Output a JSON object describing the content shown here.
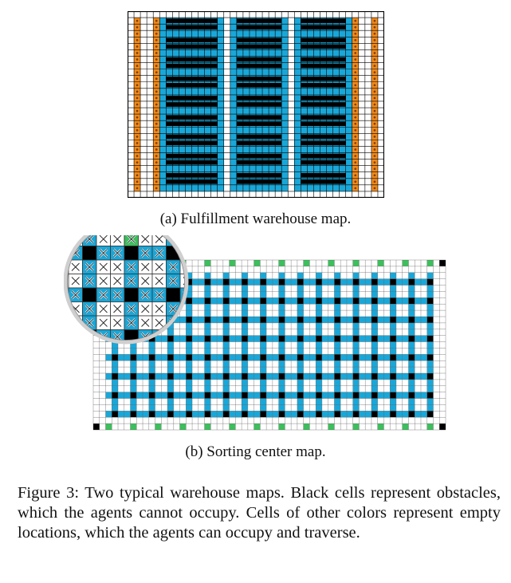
{
  "subfigures": [
    {
      "label": "(a) Fulfillment warehouse map."
    },
    {
      "label": "(b) Sorting center map."
    }
  ],
  "caption": {
    "text": "Figure 3: Two typical warehouse maps. Black cells represent obstacles, which the agents cannot occupy. Cells of other colors represent empty locations, which the agents can oc­cupy and traverse."
  },
  "colors": {
    "obstacle": "#000000",
    "storage": "#1aa7d8",
    "workstation": "#f08a1c",
    "aisle": "#ffffff",
    "endpoint_green": "#3cbf5c",
    "gridline": "#000000"
  }
}
